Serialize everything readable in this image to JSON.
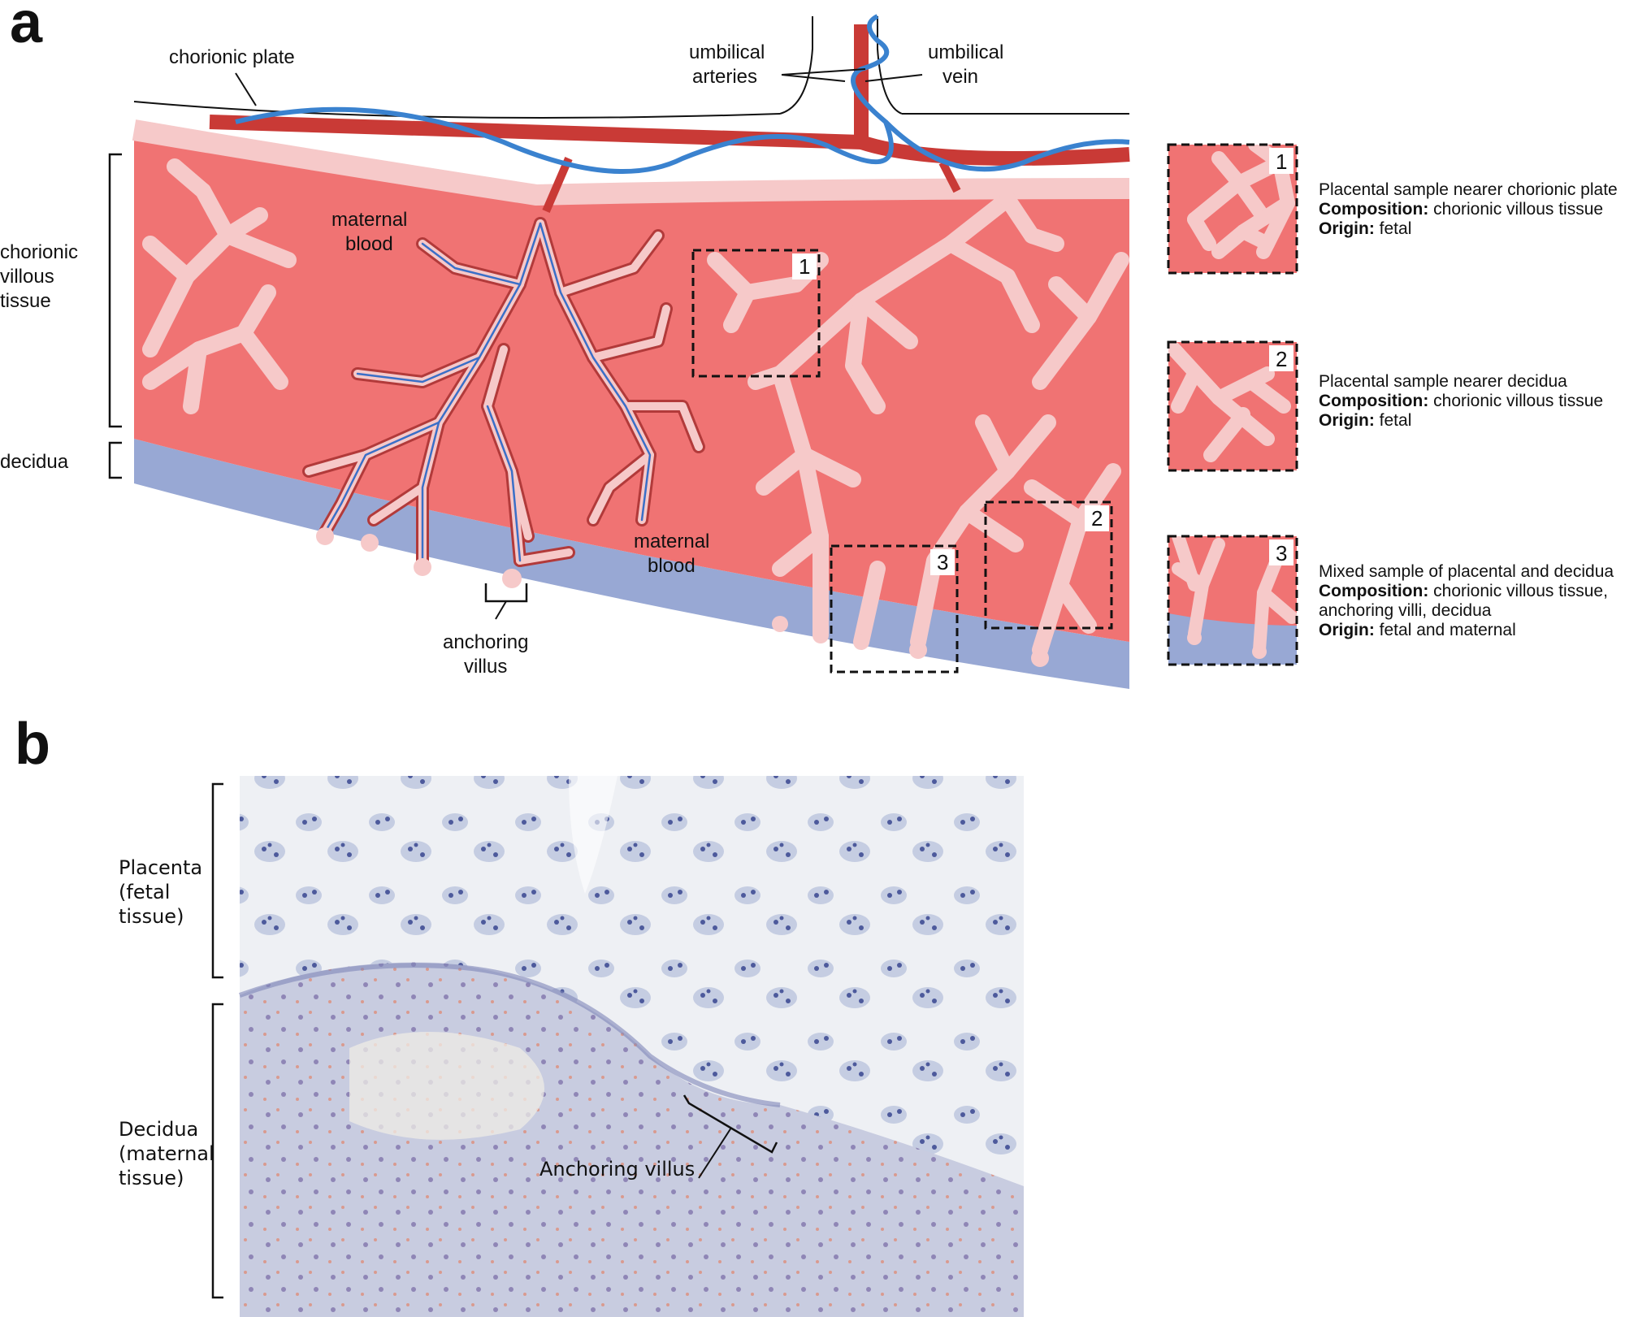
{
  "panel_a": {
    "letter": "a",
    "labels": {
      "chorionic_plate": "chorionic plate",
      "umbilical_arteries": [
        "umbilical",
        "arteries"
      ],
      "umbilical_vein": [
        "umbilical",
        "vein"
      ],
      "maternal_blood_1": [
        "maternal",
        "blood"
      ],
      "maternal_blood_2": [
        "maternal",
        "blood"
      ],
      "chorionic_villous_tissue": [
        "chorionic",
        "villous",
        "tissue"
      ],
      "decidua": "decidua",
      "anchoring_villus": [
        "anchoring",
        "villus"
      ]
    },
    "sample_boxes": [
      "1",
      "2",
      "3"
    ],
    "samples": [
      {
        "num": "1",
        "title": "Placental sample nearer chorionic plate",
        "comp_label": "Composition:",
        "comp": " chorionic villous tissue",
        "origin_label": "Origin:",
        "origin": " fetal"
      },
      {
        "num": "2",
        "title": "Placental sample nearer decidua",
        "comp_label": "Composition:",
        "comp": " chorionic villous tissue",
        "origin_label": "Origin:",
        "origin": " fetal"
      },
      {
        "num": "3",
        "title": "Mixed sample of placental and decidua",
        "comp_label": "Composition:",
        "comp": " chorionic villous tissue,",
        "comp2": "anchoring villi, decidua",
        "origin_label": "Origin:",
        "origin": " fetal and maternal"
      }
    ],
    "colors": {
      "maternal_blood": "#f07373",
      "villi": "#f6c9c9",
      "decidua": "#98a8d4",
      "artery": "#c93a36",
      "vein": "#3a82cf"
    }
  },
  "panel_b": {
    "letter": "b",
    "labels": {
      "placenta": [
        "Placenta",
        "(fetal",
        "tissue)"
      ],
      "decidua": [
        "Decidua",
        "(maternal",
        "tissue)"
      ],
      "anchoring_villus": "Anchoring villus"
    }
  }
}
